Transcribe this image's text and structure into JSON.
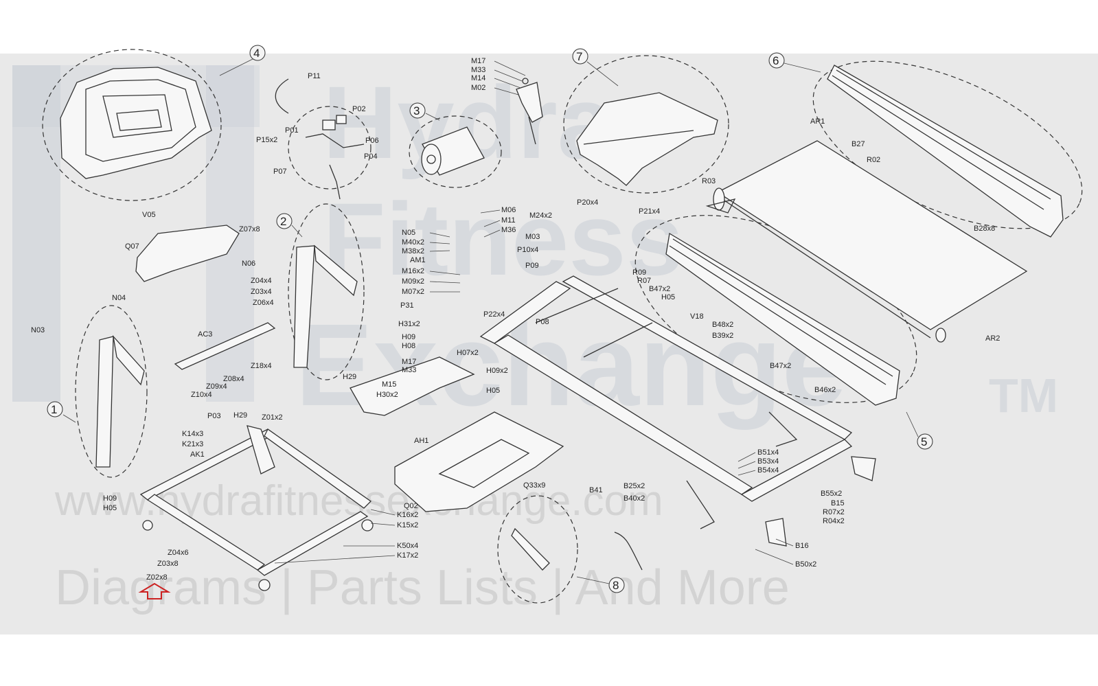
{
  "watermark": {
    "brand_line1": "Hydra",
    "brand_line2": "Fitness",
    "brand_line3": "Exchange",
    "trademark": "TM",
    "url": "www.hydrafitnessexchange.com",
    "tagline": "Diagrams | Parts Lists | And More"
  },
  "colors": {
    "background": "#e9e9e9",
    "watermark": "#c9ced6",
    "line": "#333333",
    "arrow": "#cc2222"
  },
  "callouts": [
    "1",
    "2",
    "3",
    "4",
    "5",
    "6",
    "7",
    "8"
  ],
  "labels": {
    "P11": "P11",
    "P02": "P02",
    "P01": "P01",
    "P15x2": "P15x2",
    "P06": "P06",
    "P04": "P04",
    "P07": "P07",
    "M17a": "M17",
    "M33a": "M33",
    "M14": "M14",
    "M02": "M02",
    "AR1": "AR1",
    "B27": "B27",
    "R02": "R02",
    "R03": "R03",
    "P20x4": "P20x4",
    "P21x4": "P21x4",
    "B28x8": "B28x8",
    "V05": "V05",
    "Z07x8": "Z07x8",
    "Q07": "Q07",
    "N06": "N06",
    "Z04x4": "Z04x4",
    "Z03x4": "Z03x4",
    "Z06x4": "Z06x4",
    "N05": "N05",
    "M40x2": "M40x2",
    "M38x2": "M38x2",
    "AM1": "AM1",
    "M16x2": "M16x2",
    "M09x2": "M09x2",
    "M07x2": "M07x2",
    "M06": "M06",
    "M11": "M11",
    "M36": "M36",
    "M24x2": "M24x2",
    "M03": "M03",
    "P10x4": "P10x4",
    "P09": "P09",
    "R09": "R09",
    "R07": "R07",
    "B47x2a": "B47x2",
    "H05a": "H05",
    "N04": "N04",
    "N03": "N03",
    "AC3": "AC3",
    "Z18x4": "Z18x4",
    "Z08x4": "Z08x4",
    "Z09x4": "Z09x4",
    "Z10x4": "Z10x4",
    "P31": "P31",
    "P22x4": "P22x4",
    "H31x2": "H31x2",
    "H09a": "H09",
    "H08": "H08",
    "P08": "P08",
    "V18": "V18",
    "B48x2": "B48x2",
    "B39x2": "B39x2",
    "H07x2": "H07x2",
    "M17b": "M17",
    "M33b": "M33",
    "H09x2": "H09x2",
    "H05b": "H05",
    "B47x2b": "B47x2",
    "AR2": "AR2",
    "H29a": "H29",
    "M15": "M15",
    "H30x2": "H30x2",
    "B46x2": "B46x2",
    "P03": "P03",
    "H29b": "H29",
    "Z01x2": "Z01x2",
    "K14x3": "K14x3",
    "K21x3": "K21x3",
    "AK1": "AK1",
    "AH1": "AH1",
    "B51x4": "B51x4",
    "B53x4": "B53x4",
    "B54x4": "B54x4",
    "Q33x9": "Q33x9",
    "B41": "B41",
    "B25x2": "B25x2",
    "B40x2": "B40x2",
    "B55x2": "B55x2",
    "B15": "B15",
    "R07x2": "R07x2",
    "R04x2": "R04x2",
    "H09b": "H09",
    "H05c": "H05",
    "Q02": "Q02",
    "K16x2": "K16x2",
    "K15x2": "K15x2",
    "Z04x6": "Z04x6",
    "Z03x8": "Z03x8",
    "K50x4": "K50x4",
    "K17x2": "K17x2",
    "Z02x8": "Z02x8",
    "B16": "B16",
    "B50x2": "B50x2"
  }
}
